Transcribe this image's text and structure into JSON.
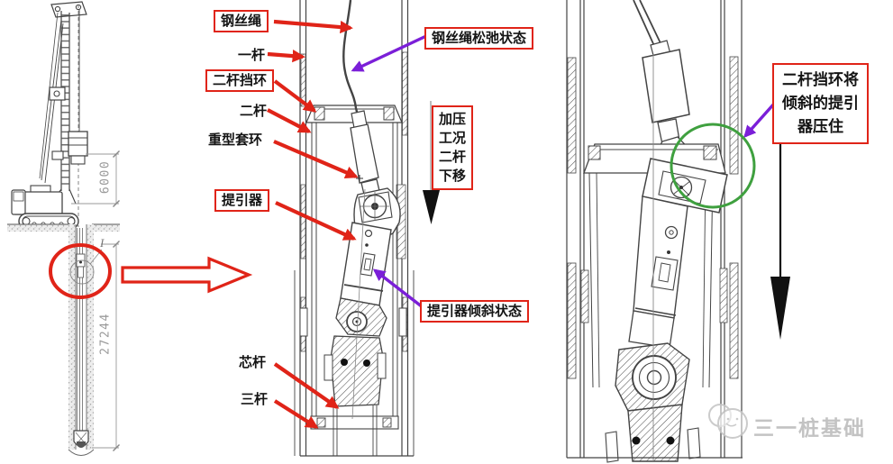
{
  "colors": {
    "annotation_red": "#e02418",
    "annotation_purple": "#7b1fd8",
    "highlight_green": "#3fa03f",
    "drawing_line": "#444444",
    "dimension_gray": "#9a9a9a",
    "watermark_gray": "#c3c3c3"
  },
  "left_panel": {
    "dim_upper": "6000",
    "dim_total": "27244",
    "detail_marker": "I"
  },
  "middle_panel": {
    "labels": {
      "wire_rope": "钢丝绳",
      "rod1": "一杆",
      "rod2_stop_ring": "二杆挡环",
      "rod2": "二杆",
      "heavy_collar": "重型套环",
      "lifter": "提引器",
      "core_rod": "芯杆",
      "rod3": "三杆"
    },
    "callouts": {
      "rope_slack": "钢丝绳松弛状态",
      "lifter_tilted": "提引器倾斜状态"
    },
    "condition_note": {
      "line1": "加压",
      "line2": "工况",
      "line3": "二杆",
      "line4": "下移"
    }
  },
  "right_panel": {
    "callout": {
      "line1": "二杆挡环将",
      "line2": "倾斜的提引",
      "line3": "器压住"
    }
  },
  "watermark": {
    "brand": "三一桩基础"
  }
}
